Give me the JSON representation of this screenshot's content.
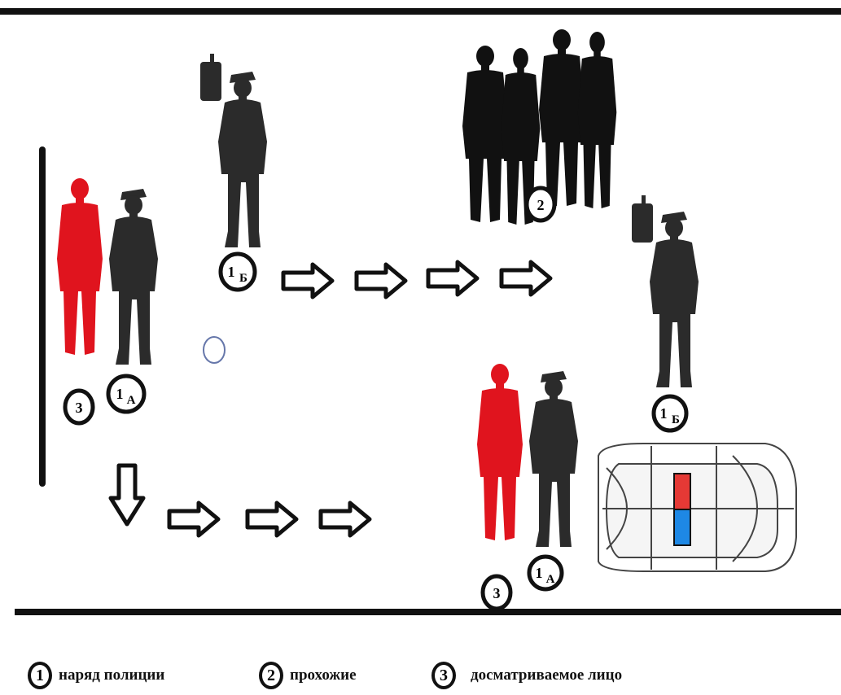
{
  "markers": {
    "1a": {
      "num": "1",
      "sub": "А"
    },
    "1b": {
      "num": "1",
      "sub": "Б"
    },
    "2": {
      "num": "2"
    },
    "3": {
      "num": "3"
    }
  },
  "legend": [
    {
      "num": "1",
      "label": "наряд полиции"
    },
    {
      "num": "2",
      "label": "прохожие"
    },
    {
      "num": "3",
      "label": "досматриваемое лицо"
    }
  ],
  "colors": {
    "suspect": "#e0141e",
    "police": "#2b2b2b",
    "line": "#111111",
    "siren_red": "#e53935",
    "siren_blue": "#1e88e5"
  }
}
